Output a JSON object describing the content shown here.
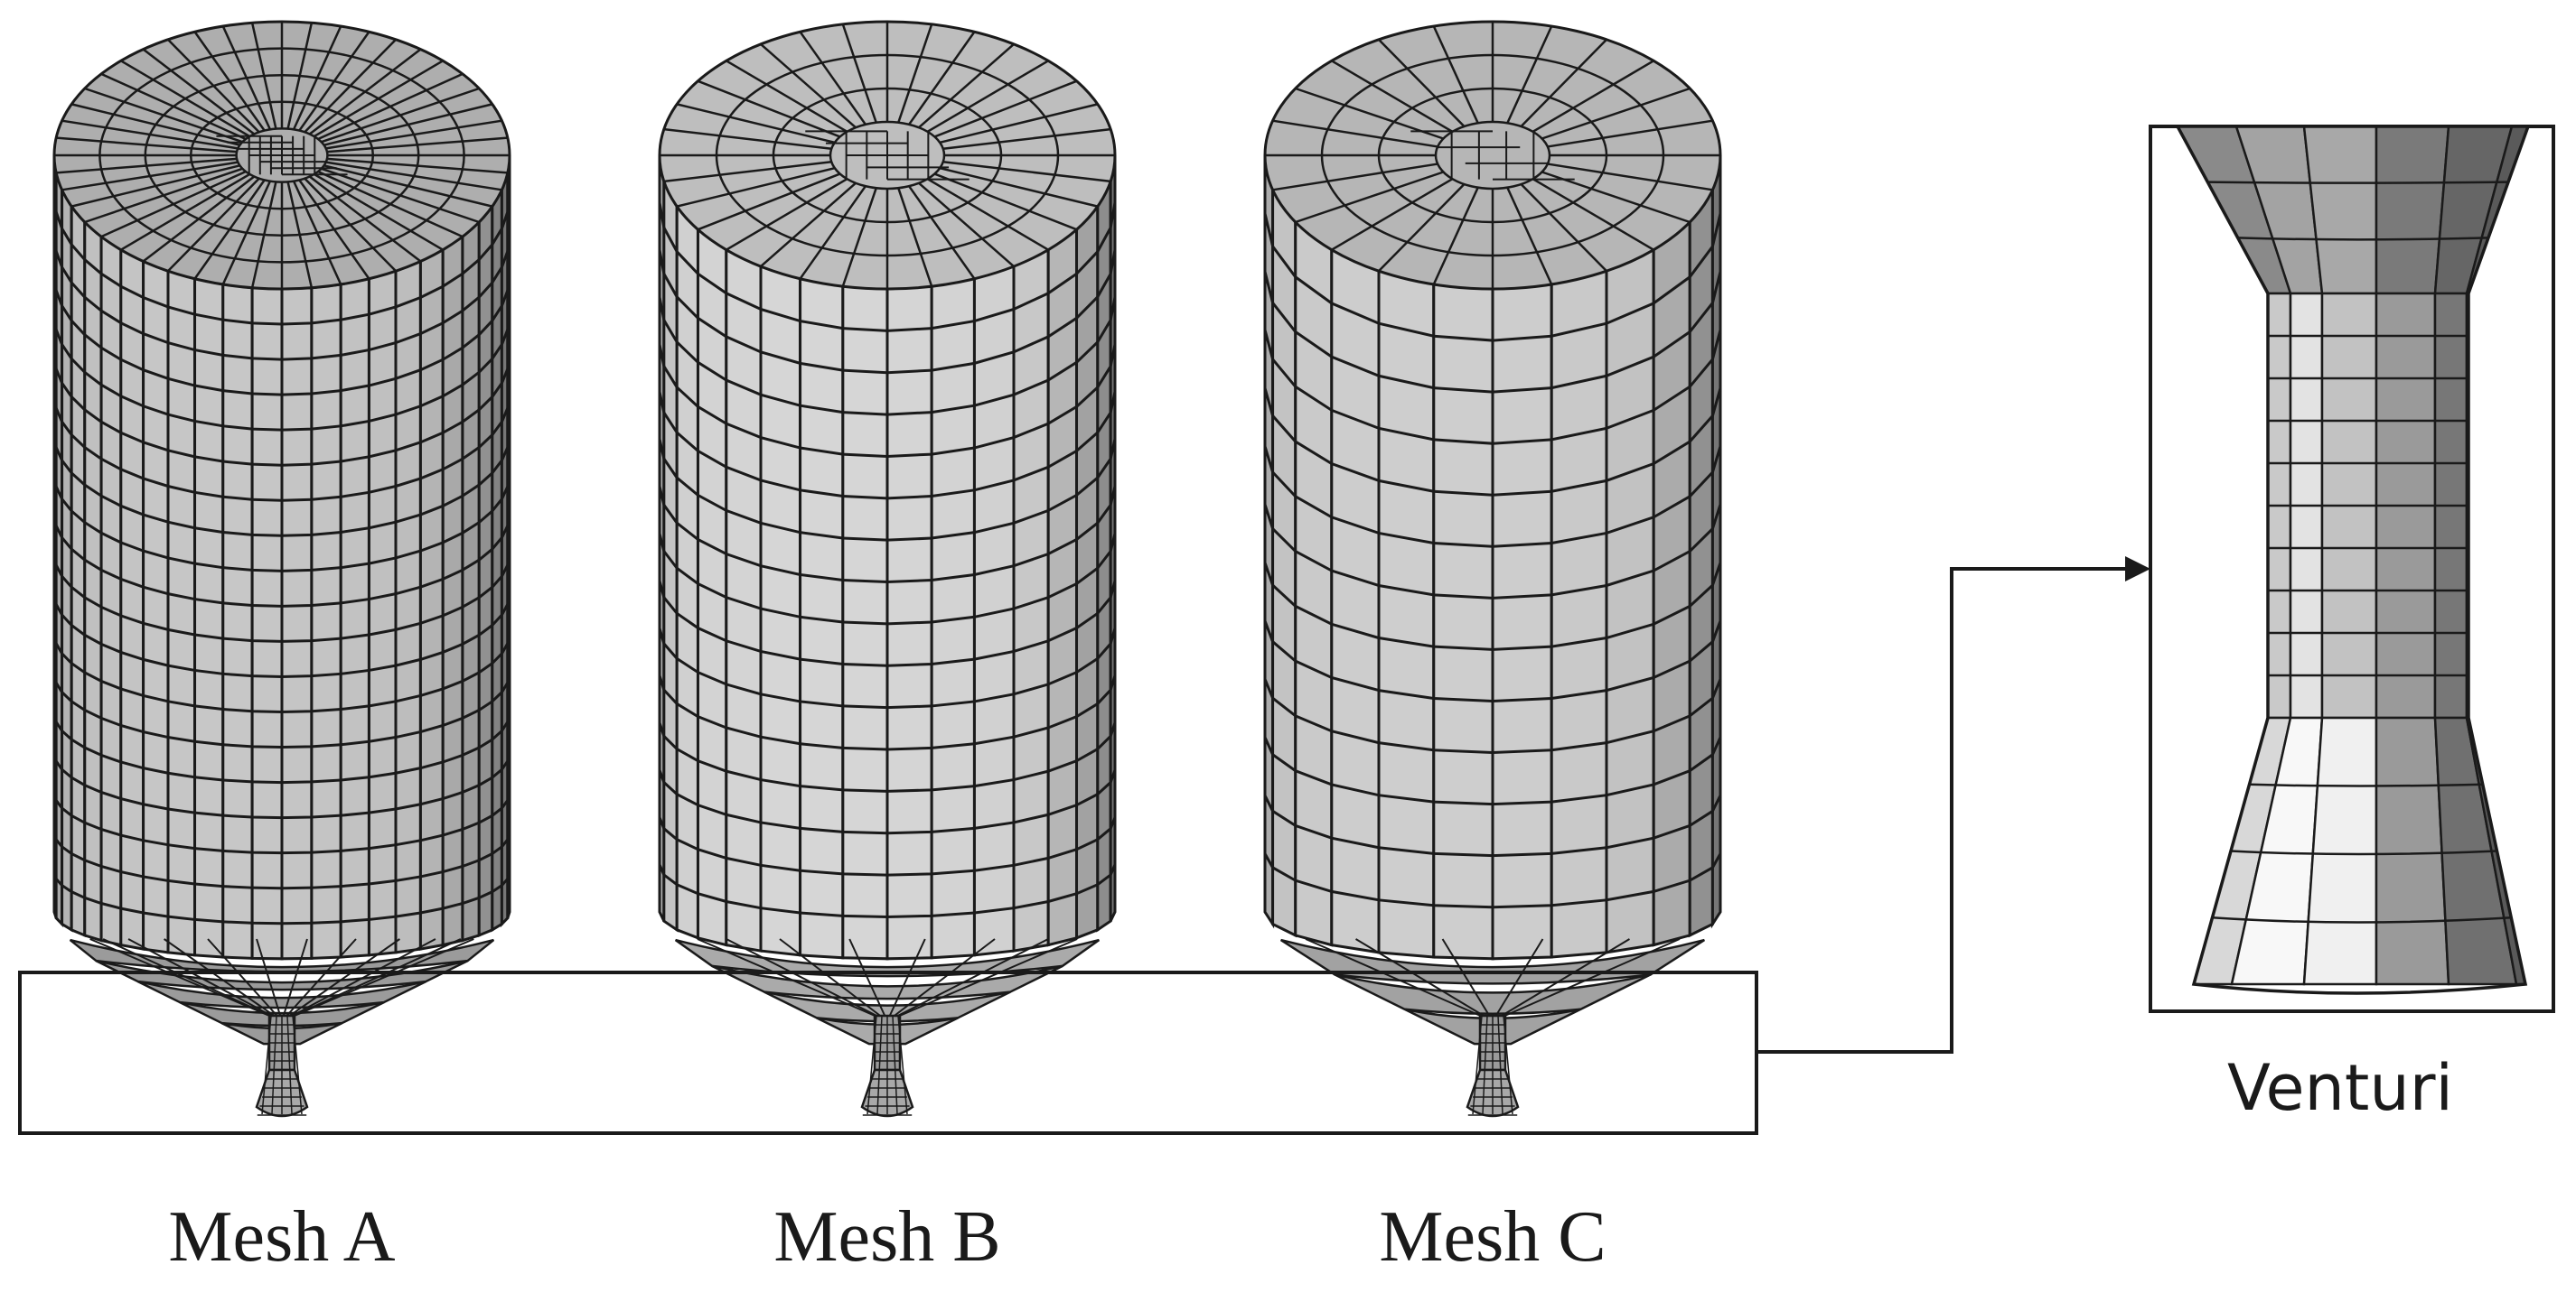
{
  "labels": {
    "mesh_a": "Mesh A",
    "mesh_b": "Mesh B",
    "mesh_c": "Mesh C",
    "venturi": "Venturi"
  },
  "meshes": [
    {
      "id": "mesh-a",
      "segments": 24,
      "rings": 19,
      "cone_rings": 5,
      "fill": "#bdbdbd"
    },
    {
      "id": "mesh-b",
      "segments": 16,
      "rings": 16,
      "cone_rings": 4,
      "fill": "#cfcfcf"
    },
    {
      "id": "mesh-c",
      "segments": 12,
      "rings": 13,
      "cone_rings": 3,
      "fill": "#c6c6c6"
    }
  ],
  "colors": {
    "line": "#1a1a1a",
    "shade_light": "#d9d9d9",
    "shade_dark": "#6e6e6e"
  }
}
